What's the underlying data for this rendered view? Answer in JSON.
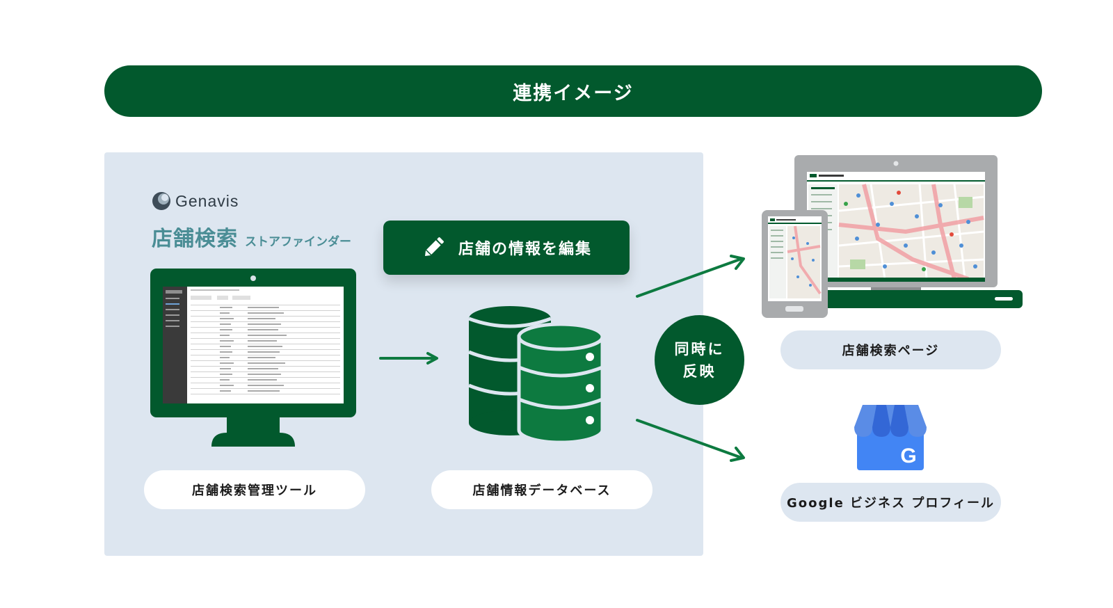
{
  "banner": {
    "title": "連携イメージ"
  },
  "brand": {
    "logo": "Genavis",
    "product": "店舗検索",
    "product_sub": "ストアファインダー"
  },
  "actions": {
    "edit_label": "店舗の情報を編集"
  },
  "labels": {
    "admin_tool": "店舗検索管理ツール",
    "database": "店舗情報データベース",
    "search_page": "店舗検索ページ",
    "google_profile": "Google ビジネス プロフィール"
  },
  "sync": {
    "line1": "同時に",
    "line2": "反映"
  },
  "icons": [
    "pencil-icon",
    "database-icon",
    "monitor-icon",
    "laptop-icon",
    "tablet-icon",
    "google-business-profile-icon",
    "arrow-right-icon"
  ],
  "colors": {
    "brand_green": "#02592d",
    "panel_bg": "#dde6f0",
    "db_green": "#0d7a40",
    "title_teal": "#4a8d95"
  }
}
